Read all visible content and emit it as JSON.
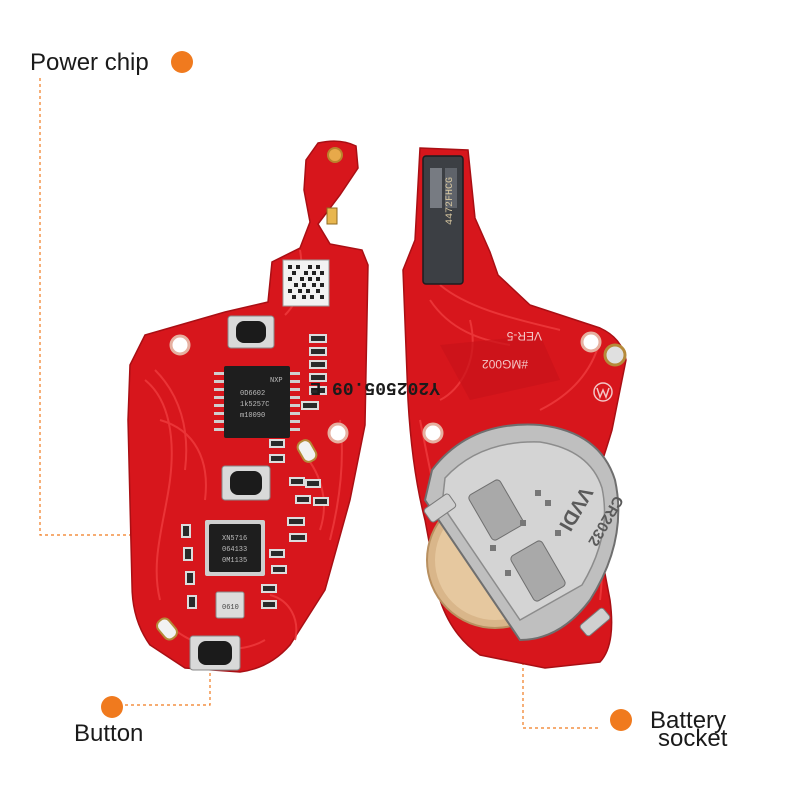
{
  "colors": {
    "callout_accent": "#f07a1e",
    "board_red": "#d7161c",
    "board_dark": "#b30e14",
    "label_text": "#1a1a1a"
  },
  "callouts": {
    "power_chip": "Power chip",
    "button": "Button",
    "battery_line1": "Battery",
    "battery_line2": "socket"
  },
  "board_left": {
    "chip_main": [
      "NXP",
      "0D6602",
      "1k5257C",
      "m10090"
    ],
    "chip_rf": [
      "XN5716",
      "064133",
      "0M1135"
    ],
    "crystal": "0610"
  },
  "board_right": {
    "version": "VER-5",
    "model": "#MG002",
    "date_code": "Y202505.09 E",
    "serial": "4472FHCG",
    "cell_brand": "VVDI",
    "cell_model": "CR2032"
  }
}
